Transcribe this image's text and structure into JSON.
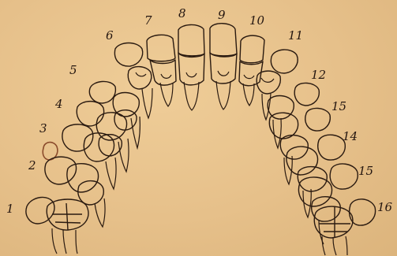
{
  "numbers": [
    "1",
    "2",
    "3",
    "4",
    "5",
    "6",
    "7",
    "8",
    "9",
    "10",
    "11",
    "12",
    "15",
    "14",
    "15",
    "16"
  ],
  "colors": {
    "paper": "#e8c48e",
    "ink": "#2a1a10",
    "highlight": "#8a4a2a"
  }
}
